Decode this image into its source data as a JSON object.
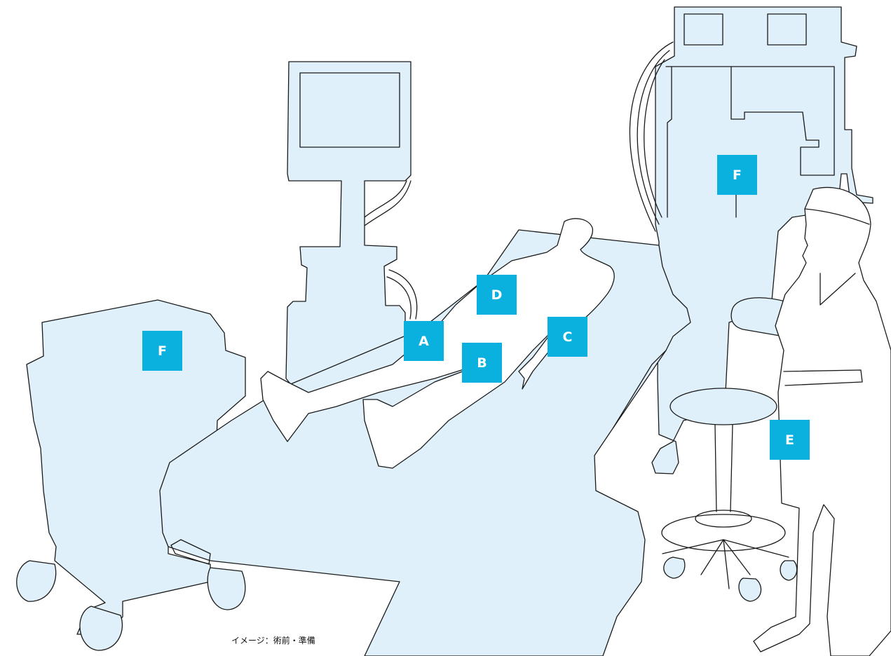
{
  "caption": "イメージ：術前・準備",
  "colors": {
    "equipment_fill": "#dff0fa",
    "outline": "#1a1a1a",
    "badge": "#0ab0de",
    "badge_text": "#ffffff"
  },
  "labels": {
    "a": "A",
    "b": "B",
    "c": "C",
    "d": "D",
    "e": "E",
    "f_left": "F",
    "f_right": "F"
  }
}
